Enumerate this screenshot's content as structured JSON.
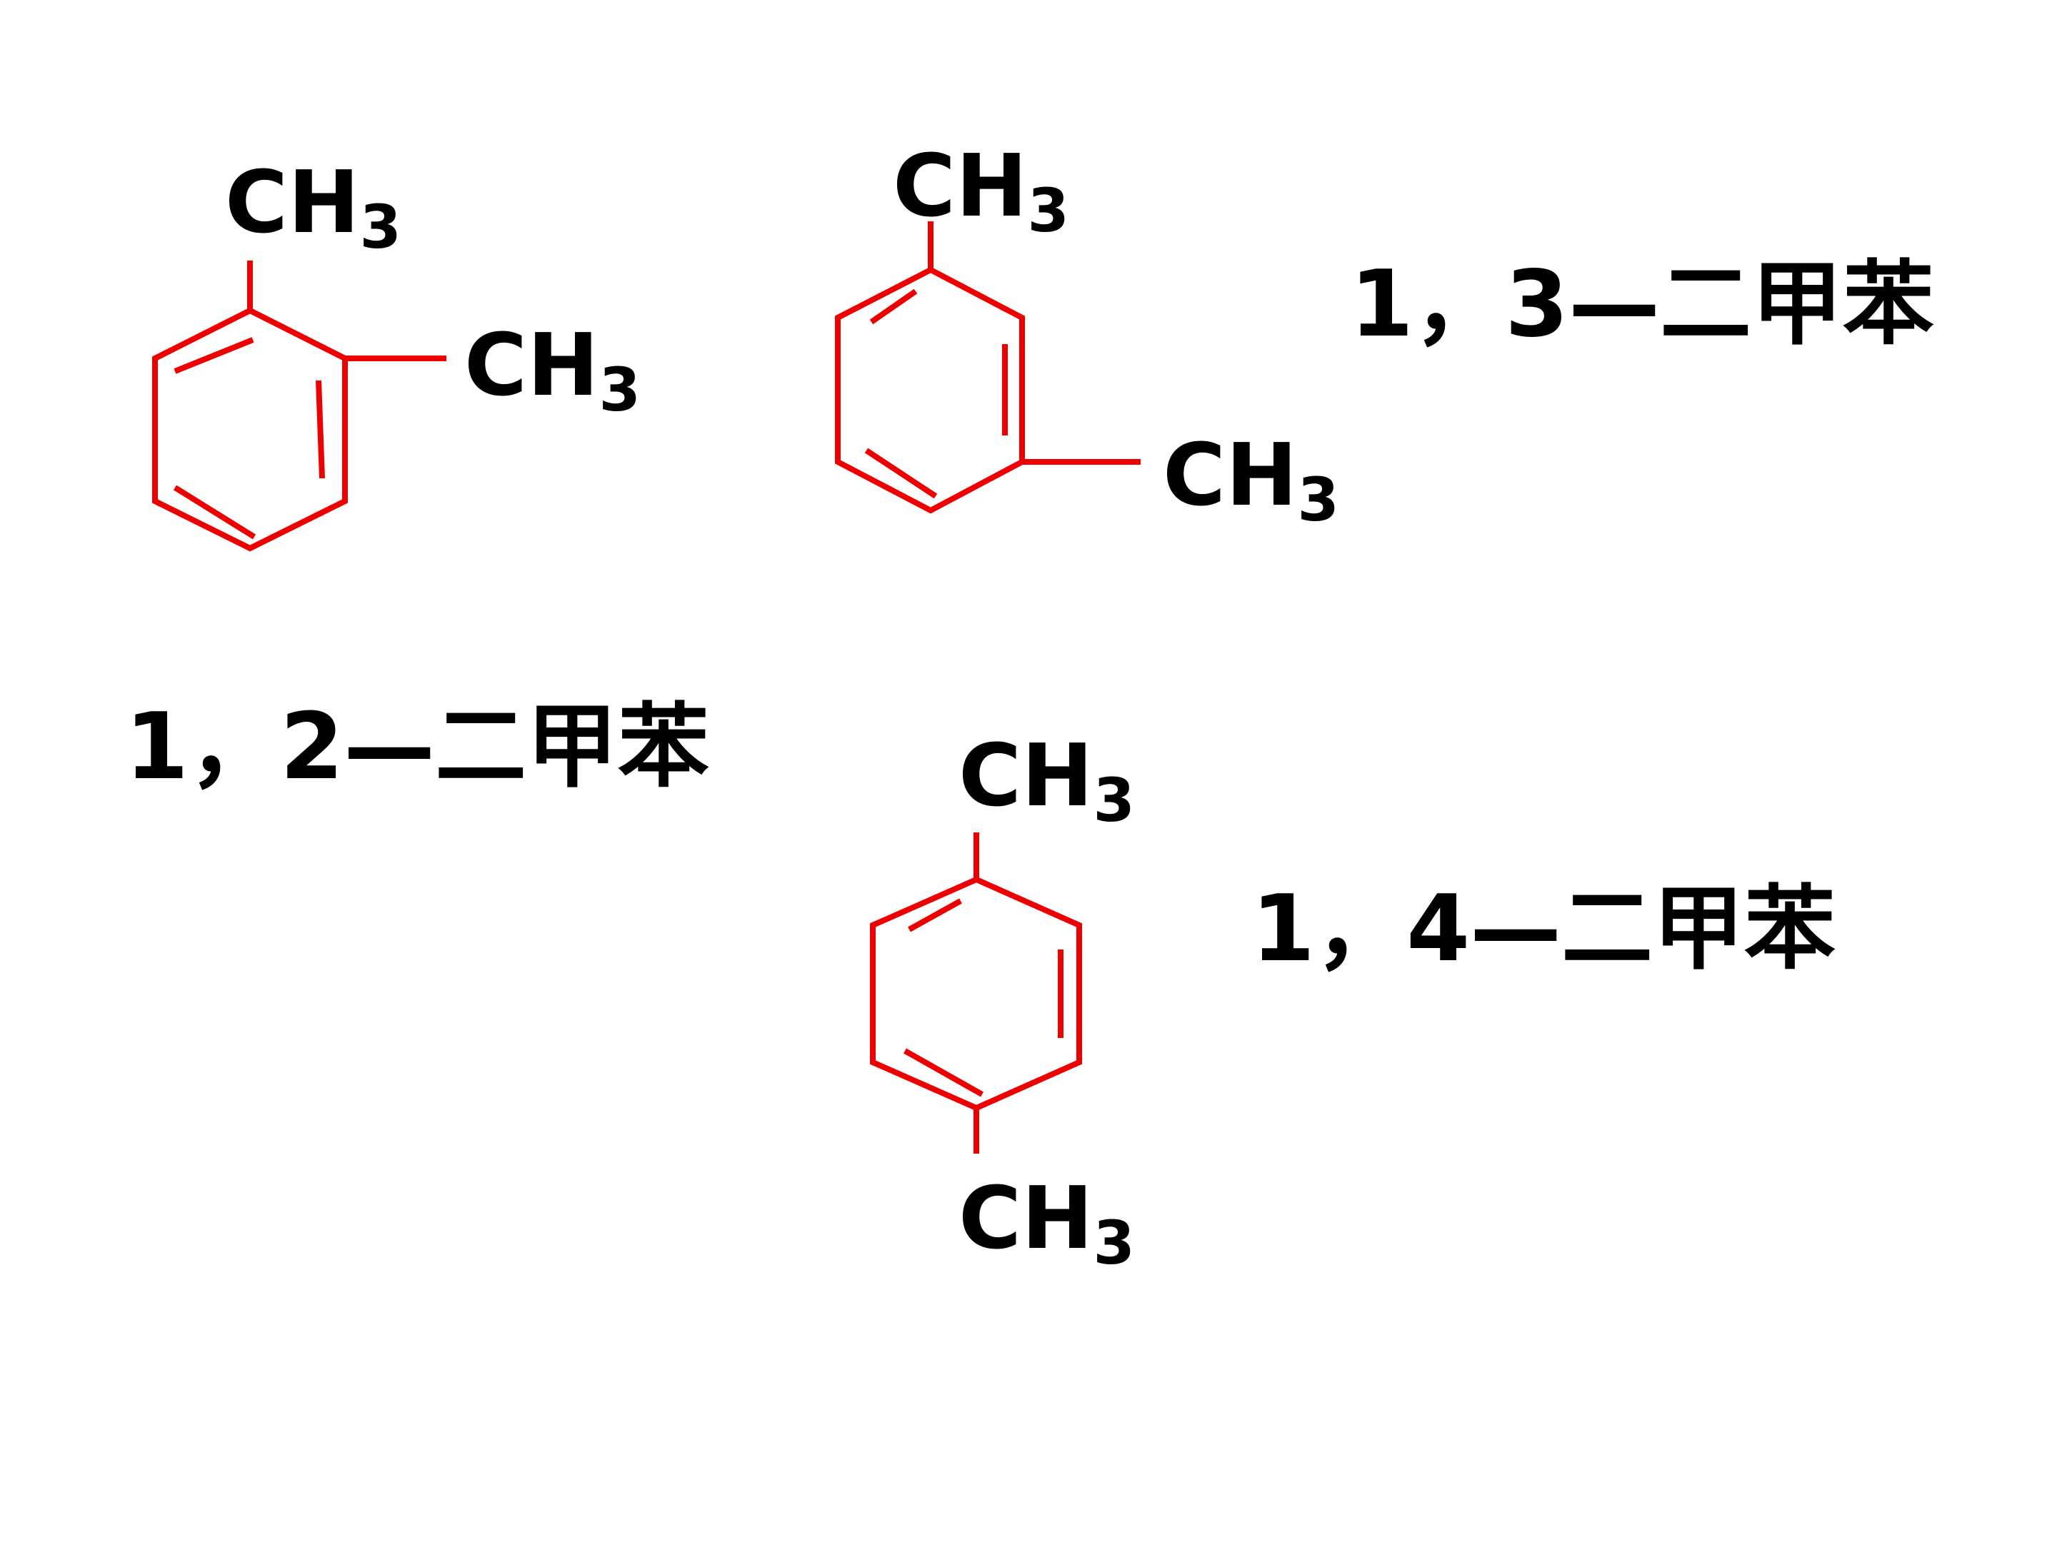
{
  "colors": {
    "bond": "#ee0000",
    "text": "#000000",
    "background": "#ffffff"
  },
  "methyl": {
    "main": "CH",
    "sub": "3"
  },
  "labels": {
    "ortho": "1，2—二甲苯",
    "meta": "1，3—二甲苯",
    "para": "1，4—二甲苯"
  }
}
